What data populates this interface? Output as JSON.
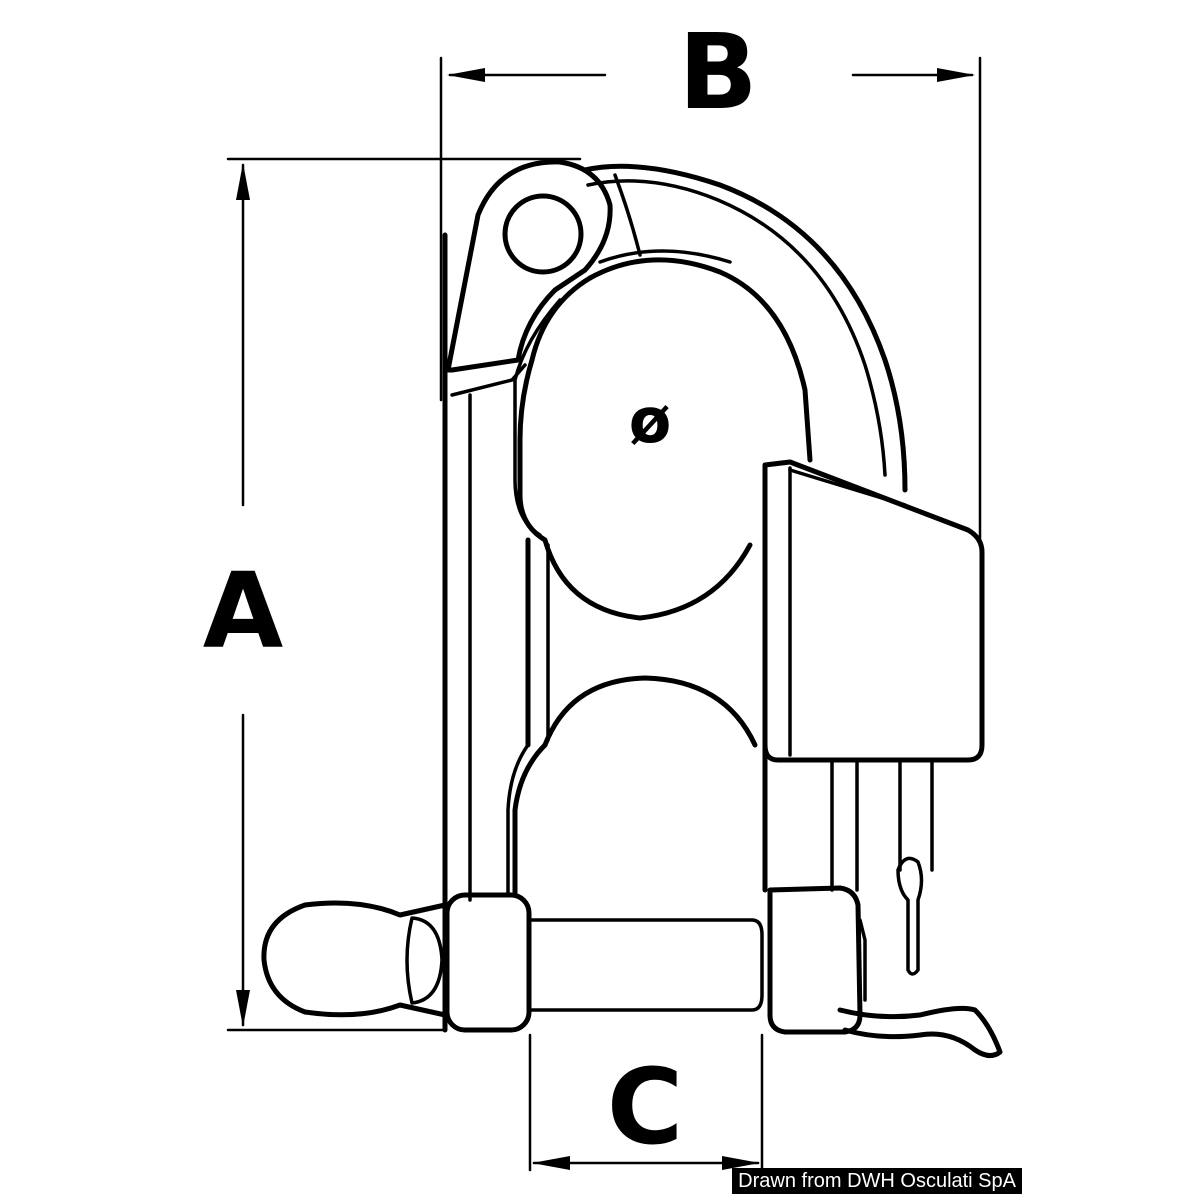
{
  "labels": {
    "dimension_a": "A",
    "dimension_b": "B",
    "dimension_c": "C",
    "diameter_symbol": "ø"
  },
  "credit": "Drawn from DWH Osculati SpA",
  "colors": {
    "line": "#000000",
    "background": "#ffffff",
    "credit_background": "#000000",
    "credit_text": "#ffffff"
  }
}
